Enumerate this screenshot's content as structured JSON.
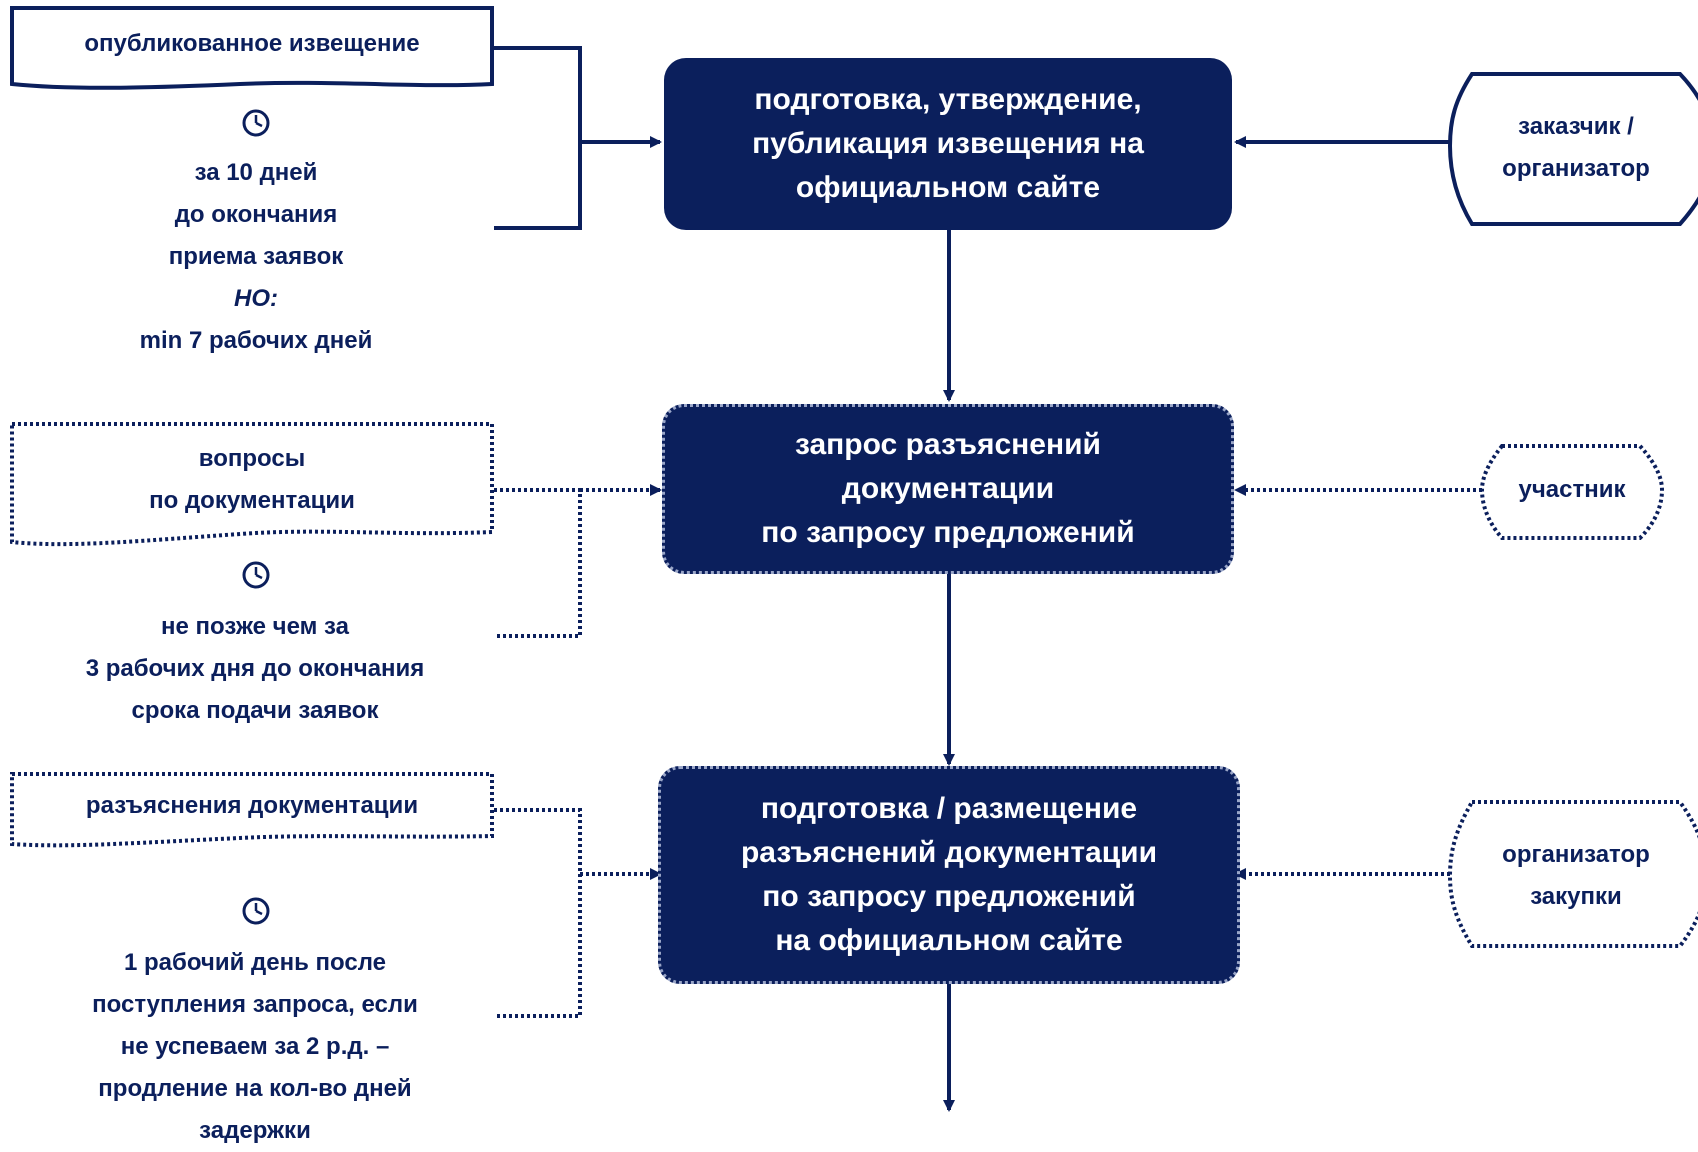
{
  "process": {
    "step1": [
      "подготовка, утверждение,",
      "публикация извещения на",
      "официальном сайте"
    ],
    "step2": [
      "запрос разъяснений",
      "документации",
      "по запросу предложений"
    ],
    "step3": [
      "подготовка / размещение",
      "разъяснений документации",
      "по запросу предложений",
      "на официальном сайте"
    ]
  },
  "inputs": {
    "doc1": "опубликованное извещение",
    "doc2": [
      "вопросы",
      "по документации"
    ],
    "doc3": "разъяснения документации"
  },
  "timing": {
    "t1": [
      "за 10 дней",
      "до окончания",
      "приема заявок",
      "НО:",
      "min 7 рабочих дней"
    ],
    "t2": [
      "не позже чем за",
      "3 рабочих дня до окончания",
      "срока подачи заявок"
    ],
    "t3": [
      "1 рабочий день после",
      "поступления запроса, если",
      "не успеваем за 2 р.д. –",
      "продление на кол-во дней",
      "задержки"
    ]
  },
  "actors": {
    "a1": [
      "заказчик /",
      "организатор"
    ],
    "a2": "участник",
    "a3": [
      "организатор",
      "закупки"
    ]
  },
  "colors": {
    "primary": "#0b1f5c",
    "dash_border": "#9aa6c8",
    "background": "#ffffff"
  },
  "icons": [
    "clock-icon",
    "clock-icon",
    "clock-icon"
  ]
}
